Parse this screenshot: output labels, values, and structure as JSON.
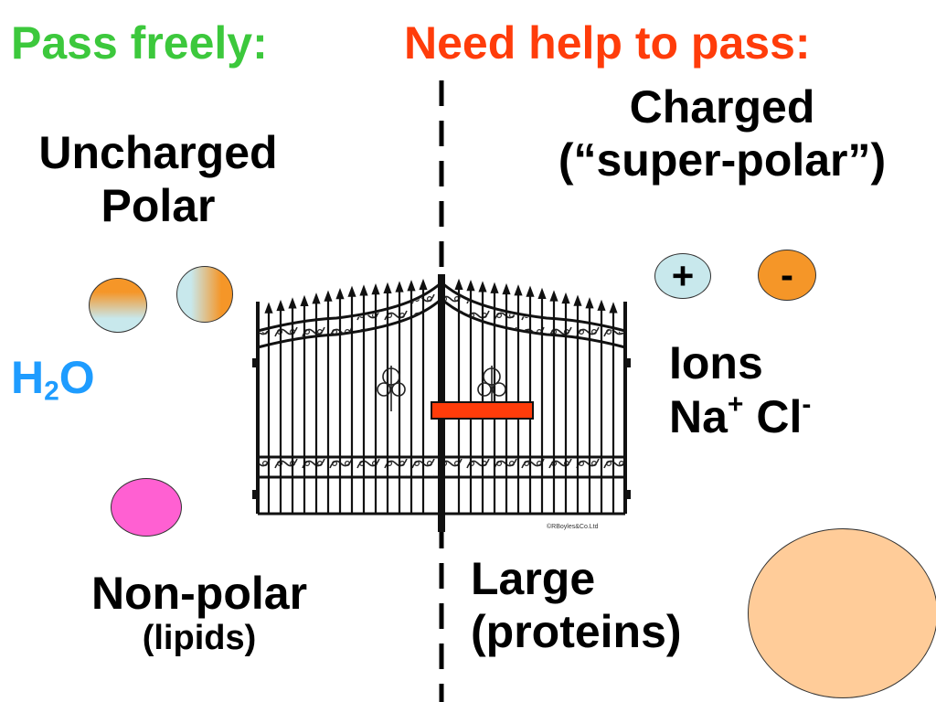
{
  "left_heading": "Pass freely:",
  "right_heading": "Need help to pass:",
  "colors": {
    "pass_freely": "#3cc83c",
    "need_help": "#ff3c0a",
    "water": "#1e9cff",
    "lock_bar": "#ff3c0a",
    "positive_ion": "#c8e8ec",
    "negative_ion": "#f59628",
    "nonpolar_ball": "#ff60d2",
    "protein_ball": "#ffcc99"
  },
  "uncharged_polar": {
    "line1": "Uncharged",
    "line2": "Polar"
  },
  "water": {
    "h": "H",
    "sub": "2",
    "o": "O"
  },
  "charged": {
    "line1": "Charged",
    "line2": "(“super-polar”)"
  },
  "ions": {
    "title": "Ions",
    "positive_symbol": "+",
    "negative_symbol": "-",
    "na": "Na",
    "na_charge": "+",
    "cl": "Cl",
    "cl_charge": "-"
  },
  "nonpolar": {
    "line1": "Non-polar",
    "line2": "(lipids)"
  },
  "large": {
    "line1": "Large",
    "line2": "(proteins)"
  },
  "gate_watermark": "©RBoyles&Co.Ltd"
}
